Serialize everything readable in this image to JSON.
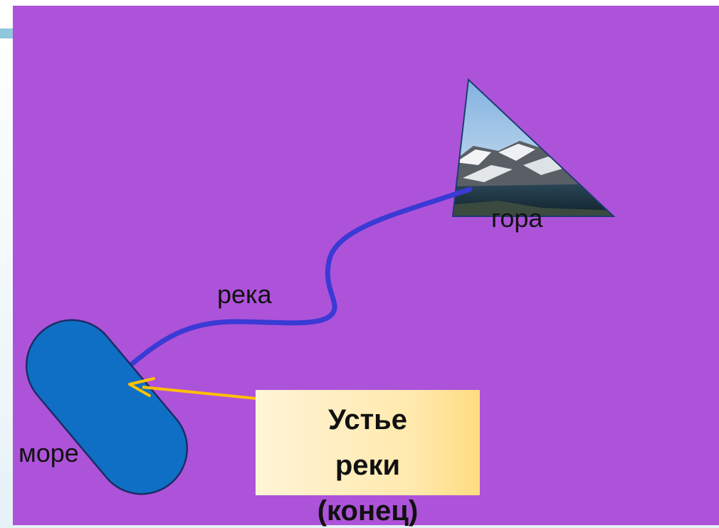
{
  "slide": {
    "canvas_color": "#ad53d9"
  },
  "labels": {
    "mountain": "гора",
    "river": "река",
    "sea": "море"
  },
  "callout": {
    "line1": "Устье",
    "line2": "реки",
    "line3": "(конец)"
  },
  "colors": {
    "river": "#3a3ad4",
    "sea_fill": "#0f6fc4",
    "sea_stroke": "#1c2c66",
    "arrow": "#ffc000",
    "mountain_outline": "#1f3b73"
  },
  "mountain_image": {
    "description_icon": "mountain-photo"
  }
}
